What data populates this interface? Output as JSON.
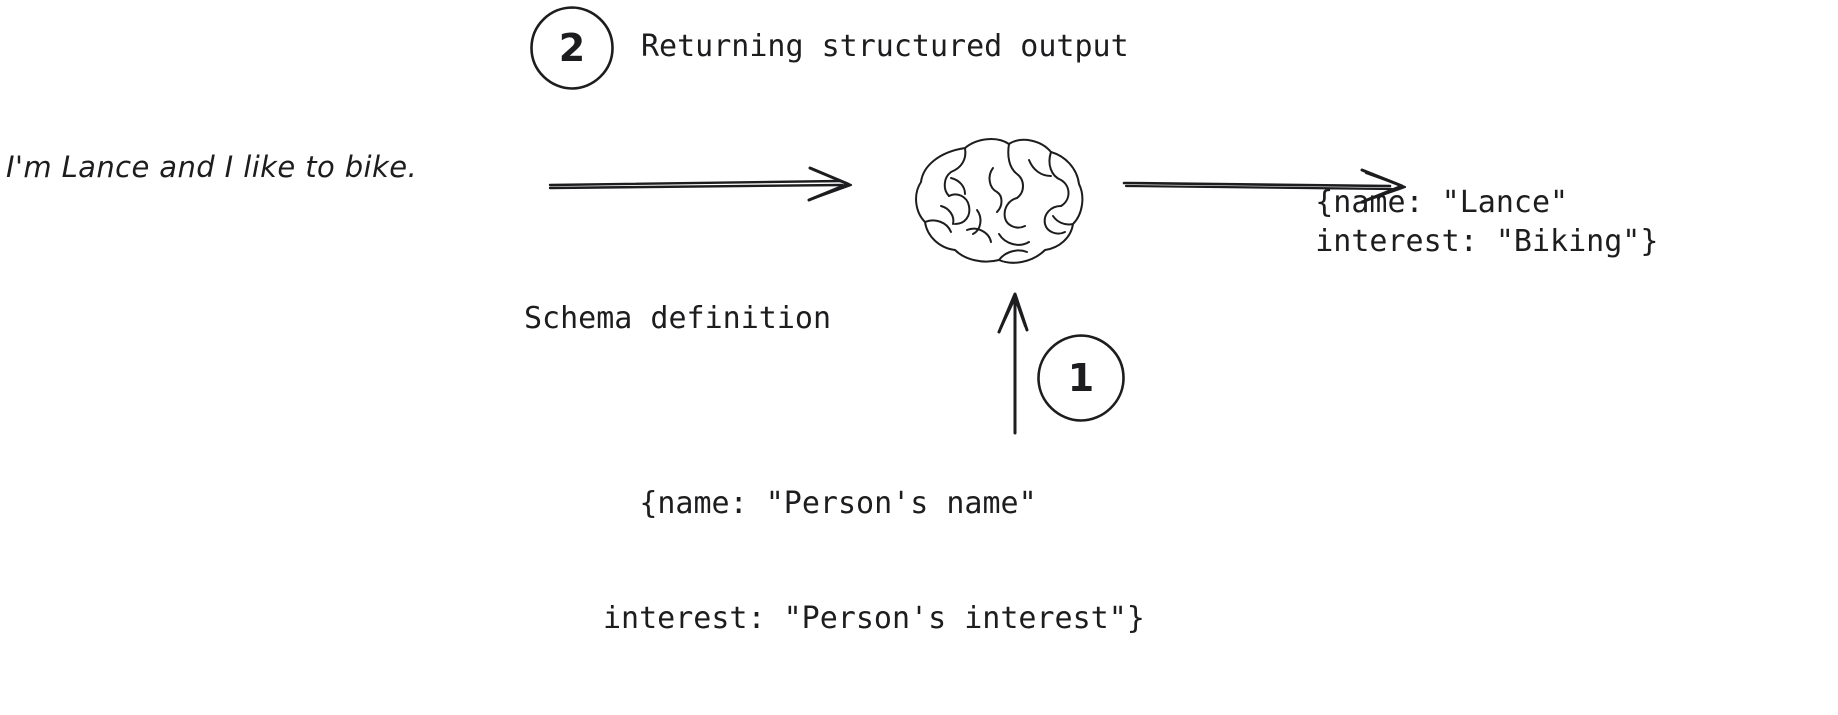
{
  "diagram": {
    "background": "#ffffff",
    "ink_color": "#1d1d1f",
    "input": {
      "text": "I'm Lance and I like to bike."
    },
    "steps": [
      {
        "number": "1",
        "label": "Schema definition",
        "payload_line1": "{name: \"Person's name\"",
        "payload_line2": "interest: \"Person's interest\"}"
      },
      {
        "number": "2",
        "label": "Returning structured output",
        "payload_line1": "{name: \"Lance\"",
        "payload_line2": "interest: \"Biking\"}"
      }
    ],
    "center_node": {
      "name": "brain-illustration"
    },
    "arrows": {
      "input_arrow": "arrow-right-double",
      "output_arrow": "arrow-right-double",
      "schema_arrow": "arrow-up"
    }
  }
}
